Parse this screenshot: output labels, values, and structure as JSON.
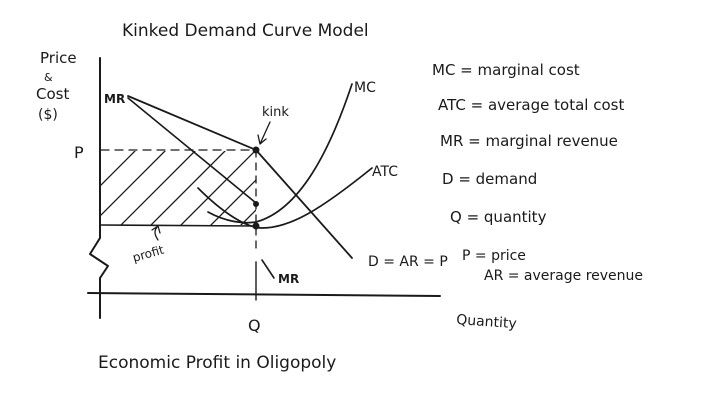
{
  "title": "Kinked Demand Curve Model",
  "caption": "Economic Profit in Oligopoly",
  "axes": {
    "y_label_lines": [
      "Price",
      "&",
      "Cost",
      "($)"
    ],
    "x_label": "Quantity",
    "p_tick": "P",
    "q_tick": "Q"
  },
  "curve_labels": {
    "mr_upper": "MR",
    "mr_lower": "MR",
    "mc": "MC",
    "atc": "ATC",
    "demand": "D = AR = P",
    "kink": "kink",
    "profit": "profit"
  },
  "legend": [
    "MC = marginal cost",
    "ATC = average total cost",
    "MR = marginal revenue",
    "D = demand",
    "Q = quantity",
    "P = price",
    "AR = average revenue"
  ],
  "colors": {
    "ink": "#1a1a1a",
    "background": "#ffffff"
  }
}
